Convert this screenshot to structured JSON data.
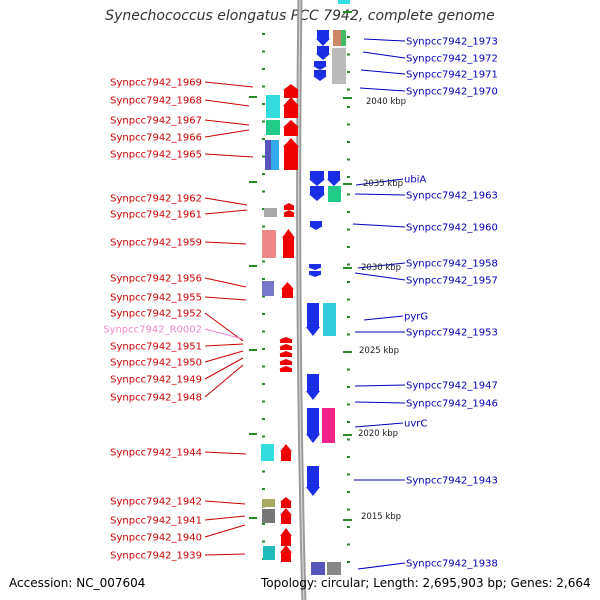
{
  "title": "Synechococcus elongatus PCC 7942, complete genome",
  "footer": {
    "accession": "Accession: NC_007604",
    "topology": "Topology: circular; Length: 2,695,903 bp; Genes: 2,664"
  },
  "colors": {
    "backbone": "#9a9a9a",
    "tick": "#2a8a2a",
    "left_label": "#cc0000",
    "left_label_rna": "#ee88cc",
    "right_label": "#0000bb",
    "gene_forward": "#ee0000",
    "gene_reverse": "#1a2ee6"
  },
  "position_marks": [
    "2040 kbp",
    "2035 kbp",
    "2030 kbp",
    "2025 kbp",
    "2020 kbp",
    "2015 kbp"
  ],
  "left_labels": [
    "Synpcc7942_1969",
    "Synpcc7942_1968",
    "Synpcc7942_1967",
    "Synpcc7942_1966",
    "Synpcc7942_1965",
    "Synpcc7942_1962",
    "Synpcc7942_1961",
    "Synpcc7942_1959",
    "Synpcc7942_1956",
    "Synpcc7942_1955",
    "Synpcc7942_1952",
    "Synpcc7942_R0002",
    "Synpcc7942_1951",
    "Synpcc7942_1950",
    "Synpcc7942_1949",
    "Synpcc7942_1948",
    "Synpcc7942_1944",
    "Synpcc7942_1942",
    "Synpcc7942_1941",
    "Synpcc7942_1940",
    "Synpcc7942_1939"
  ],
  "right_labels": [
    "Synpcc7942_1973",
    "Synpcc7942_1972",
    "Synpcc7942_1971",
    "Synpcc7942_1970",
    "ubiA",
    "Synpcc7942_1963",
    "Synpcc7942_1960",
    "Synpcc7942_1958",
    "Synpcc7942_1957",
    "pyrG",
    "Synpcc7942_1953",
    "Synpcc7942_1947",
    "Synpcc7942_1946",
    "uvrC",
    "Synpcc7942_1943",
    "Synpcc7942_1938"
  ]
}
